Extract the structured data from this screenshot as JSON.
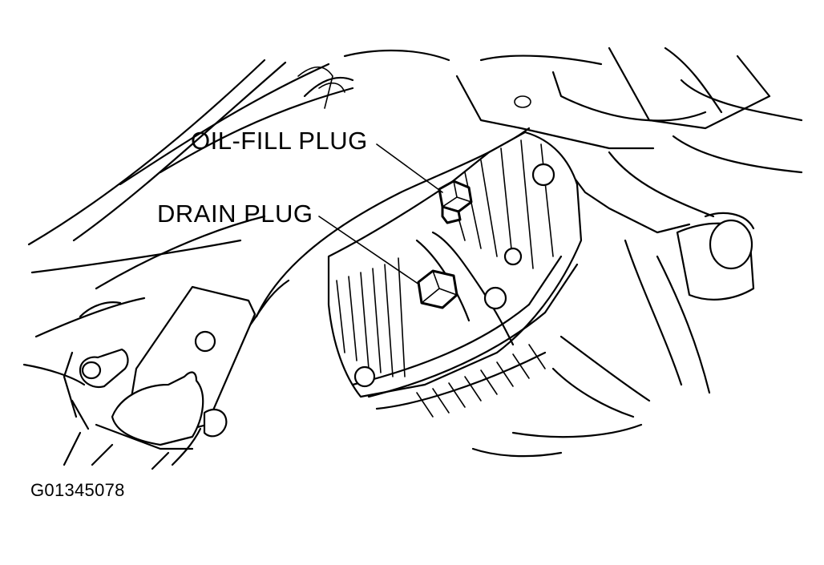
{
  "labels": {
    "oil_fill_plug": "OIL-FILL PLUG",
    "drain_plug": "DRAIN PLUG",
    "figure_code": "G01345078"
  },
  "colors": {
    "line": "#000000",
    "background": "#ffffff"
  }
}
